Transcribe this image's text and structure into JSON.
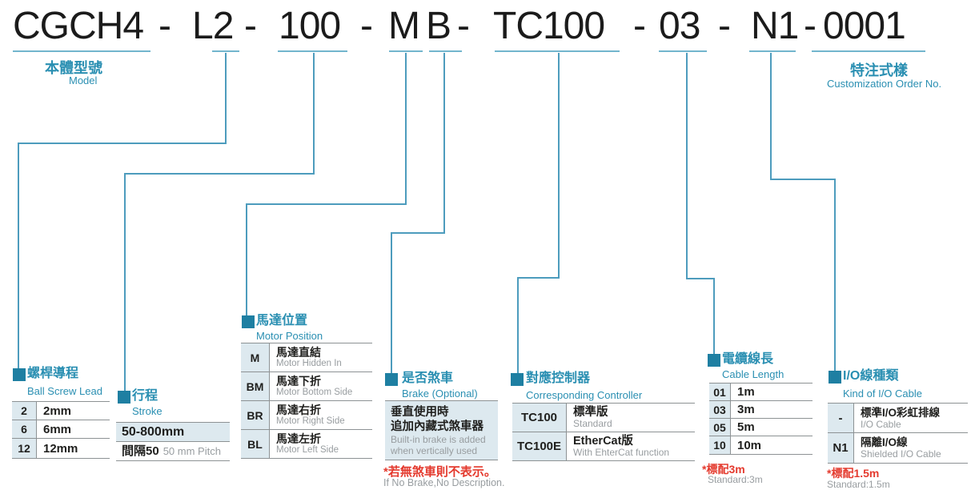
{
  "title": {
    "segments": [
      "CGCH4",
      "-",
      "L2",
      "-",
      "100",
      "-",
      "M",
      "B",
      "-",
      "TC100",
      "-",
      "03",
      "-",
      "N1",
      "-",
      "0001"
    ]
  },
  "labels": {
    "model_zh": "本體型號",
    "model_en": "Model",
    "customization_zh": "特注式樣",
    "customization_en": "Customization Order No."
  },
  "sections": {
    "ball_screw_lead": {
      "title_zh": "螺桿導程",
      "title_en": "Ball Screw Lead",
      "rows": [
        {
          "code": "2",
          "value": "2mm"
        },
        {
          "code": "6",
          "value": "6mm"
        },
        {
          "code": "12",
          "value": "12mm"
        }
      ]
    },
    "stroke": {
      "title_zh": "行程",
      "title_en": "Stroke",
      "range": "50-800mm",
      "pitch_zh": "間隔50",
      "pitch_en": "50 mm Pitch"
    },
    "motor_position": {
      "title_zh": "馬達位置",
      "title_en": "Motor Position",
      "rows": [
        {
          "code": "M",
          "zh": "馬達直結",
          "en": "Motor Hidden In"
        },
        {
          "code": "BM",
          "zh": "馬達下折",
          "en": "Motor Bottom Side"
        },
        {
          "code": "BR",
          "zh": "馬達右折",
          "en": "Motor Right Side"
        },
        {
          "code": "BL",
          "zh": "馬達左折",
          "en": "Motor Left Side"
        }
      ]
    },
    "brake": {
      "title_zh": "是否煞車",
      "title_en": "Brake (Optional)",
      "desc_zh1": "垂直使用時",
      "desc_zh2": "追加內藏式煞車器",
      "desc_en1": "Built-in brake is added",
      "desc_en2": "when vertically used",
      "footnote_zh": "*若無煞車則不表示。",
      "footnote_en": "If No Brake,No Description."
    },
    "controller": {
      "title_zh": "對應控制器",
      "title_en": "Corresponding Controller",
      "rows": [
        {
          "code": "TC100",
          "zh": "標準版",
          "en": "Standard"
        },
        {
          "code": "TC100E",
          "zh": "EtherCat版",
          "en": "With EhterCat function"
        }
      ]
    },
    "cable_length": {
      "title_zh": "電纜線長",
      "title_en": "Cable Length",
      "rows": [
        {
          "code": "01",
          "value": "1m"
        },
        {
          "code": "03",
          "value": "3m"
        },
        {
          "code": "05",
          "value": "5m"
        },
        {
          "code": "10",
          "value": "10m"
        }
      ],
      "footnote_zh": "*標配3m",
      "footnote_en": "Standard:3m"
    },
    "io_cable": {
      "title_zh": "I/O線種類",
      "title_en": "Kind of I/O Cable",
      "rows": [
        {
          "code": "-",
          "zh": "標準I/O彩虹排線",
          "en": "I/O Cable"
        },
        {
          "code": "N1",
          "zh": "隔離I/O線",
          "en": "Shielded I/O Cable"
        }
      ],
      "footnote_zh": "*標配1.5m",
      "footnote_en": "Standard:1.5m"
    }
  },
  "colors": {
    "accent_blue": "#2a8fb2",
    "marker_teal": "#1e7fa2",
    "connector_blue": "#4d9cbd",
    "underline_blue": "#72b5cd",
    "highlight_bg": "#dde9ef",
    "footnote_red": "#e43a2e",
    "subtext_gray": "#989da0",
    "title_black": "#1b1b1b"
  }
}
